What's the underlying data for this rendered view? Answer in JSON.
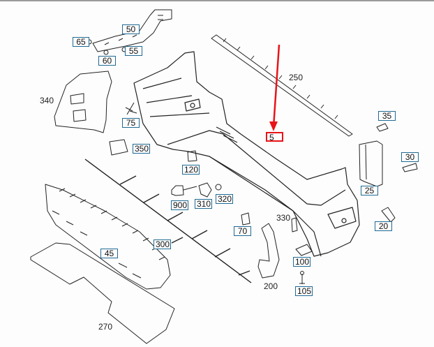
{
  "diagram": {
    "title": "Rear bumper exploded parts diagram",
    "highlight_color": "#e8141a",
    "callout_border_color": "#1f6a93",
    "highlighted_part": "5",
    "boxed_callouts": [
      "50",
      "65",
      "55",
      "60",
      "75",
      "350",
      "120",
      "900",
      "310",
      "320",
      "70",
      "300",
      "45",
      "100",
      "105",
      "35",
      "30",
      "25",
      "20"
    ],
    "plain_labels": [
      "340",
      "250",
      "330",
      "200",
      "270"
    ]
  },
  "callouts": {
    "p5": "5",
    "p20": "20",
    "p25": "25",
    "p30": "30",
    "p35": "35",
    "p45": "45",
    "p50": "50",
    "p55": "55",
    "p60": "60",
    "p65": "65",
    "p70": "70",
    "p75": "75",
    "p100": "100",
    "p105": "105",
    "p120": "120",
    "p200": "200",
    "p250": "250",
    "p270": "270",
    "p300": "300",
    "p310": "310",
    "p320": "320",
    "p330": "330",
    "p340": "340",
    "p350": "350",
    "p900": "900"
  }
}
